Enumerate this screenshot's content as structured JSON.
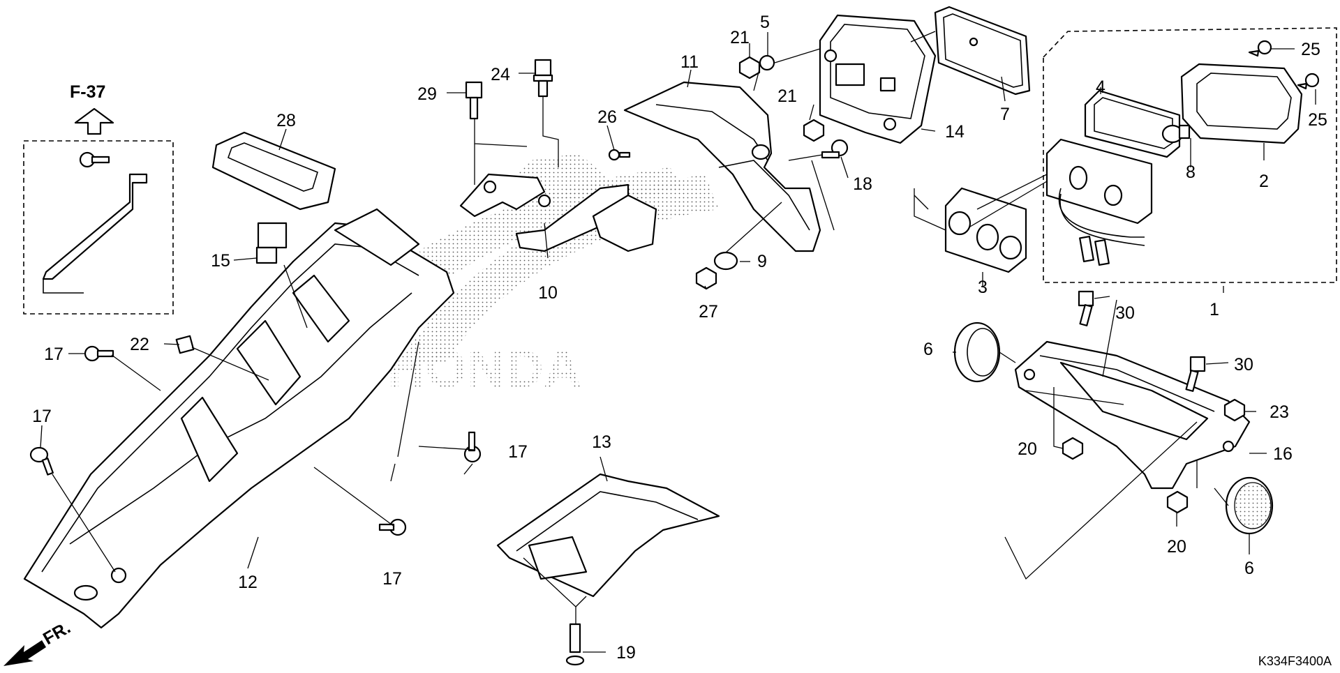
{
  "reference": {
    "label": "F-37"
  },
  "front_marker": {
    "label": "FR."
  },
  "watermark": {
    "label": "HONDA"
  },
  "diagram_code": "K334F3400A",
  "callouts": [
    {
      "id": "c1",
      "label": "1"
    },
    {
      "id": "c2",
      "label": "2"
    },
    {
      "id": "c3",
      "label": "3"
    },
    {
      "id": "c4",
      "label": "4"
    },
    {
      "id": "c5",
      "label": "5"
    },
    {
      "id": "c6a",
      "label": "6"
    },
    {
      "id": "c6b",
      "label": "6"
    },
    {
      "id": "c7",
      "label": "7"
    },
    {
      "id": "c8",
      "label": "8"
    },
    {
      "id": "c9",
      "label": "9"
    },
    {
      "id": "c10",
      "label": "10"
    },
    {
      "id": "c11",
      "label": "11"
    },
    {
      "id": "c12",
      "label": "12"
    },
    {
      "id": "c13",
      "label": "13"
    },
    {
      "id": "c14",
      "label": "14"
    },
    {
      "id": "c15",
      "label": "15"
    },
    {
      "id": "c16",
      "label": "16"
    },
    {
      "id": "c17a",
      "label": "17"
    },
    {
      "id": "c17b",
      "label": "17"
    },
    {
      "id": "c17c",
      "label": "17"
    },
    {
      "id": "c17d",
      "label": "17"
    },
    {
      "id": "c18",
      "label": "18"
    },
    {
      "id": "c19",
      "label": "19"
    },
    {
      "id": "c20a",
      "label": "20"
    },
    {
      "id": "c20b",
      "label": "20"
    },
    {
      "id": "c21a",
      "label": "21"
    },
    {
      "id": "c21b",
      "label": "21"
    },
    {
      "id": "c22",
      "label": "22"
    },
    {
      "id": "c23",
      "label": "23"
    },
    {
      "id": "c24",
      "label": "24"
    },
    {
      "id": "c25a",
      "label": "25"
    },
    {
      "id": "c25b",
      "label": "25"
    },
    {
      "id": "c26",
      "label": "26"
    },
    {
      "id": "c27",
      "label": "27"
    },
    {
      "id": "c28",
      "label": "28"
    },
    {
      "id": "c29",
      "label": "29"
    },
    {
      "id": "c30a",
      "label": "30"
    },
    {
      "id": "c30b",
      "label": "30"
    }
  ]
}
